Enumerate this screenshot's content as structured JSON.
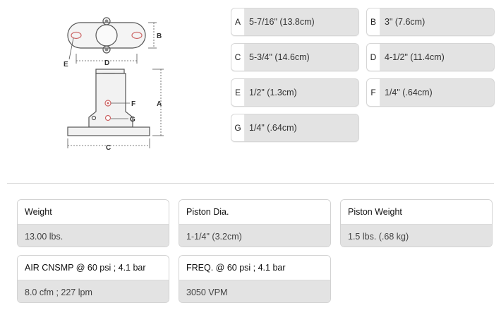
{
  "drawing": {
    "labels": {
      "a": "A",
      "b": "B",
      "c": "C",
      "d": "D",
      "e": "E",
      "f": "F",
      "g": "G"
    }
  },
  "dimensions": [
    {
      "letter": "A",
      "value": "5-7/16\" (13.8cm)"
    },
    {
      "letter": "B",
      "value": "3\" (7.6cm)"
    },
    {
      "letter": "C",
      "value": "5-3/4\" (14.6cm)"
    },
    {
      "letter": "D",
      "value": "4-1/2\" (11.4cm)"
    },
    {
      "letter": "E",
      "value": "1/2\" (1.3cm)"
    },
    {
      "letter": "F",
      "value": "1/4\" (.64cm)"
    },
    {
      "letter": "G",
      "value": "1/4\" (.64cm)"
    }
  ],
  "specs": [
    {
      "label": "Weight",
      "value": "13.00 lbs."
    },
    {
      "label": "Piston Dia.",
      "value": "1-1/4\" (3.2cm)"
    },
    {
      "label": "Piston Weight",
      "value": "1.5 lbs. (.68 kg)"
    },
    {
      "label": "AIR CNSMP @ 60 psi ; 4.1 bar",
      "value": "8.0 cfm ; 227 lpm"
    },
    {
      "label": "FREQ. @ 60 psi ; 4.1 bar",
      "value": "3050 VPM"
    }
  ]
}
